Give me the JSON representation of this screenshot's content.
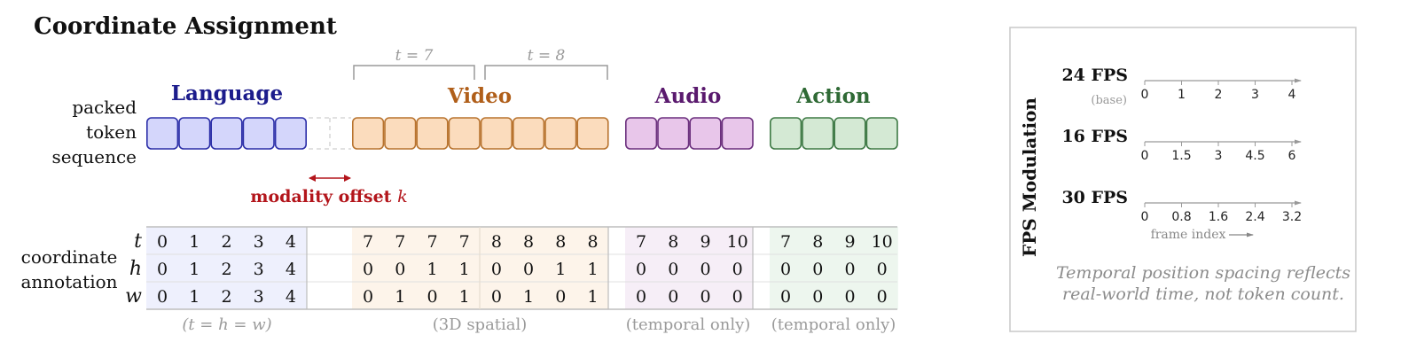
{
  "title": "Coordinate Assignment",
  "colors": {
    "language": {
      "text": "#1c1c8c",
      "fill": "#d4d6fb",
      "stroke": "#2b2ea8",
      "bg": "#eef0fd"
    },
    "video": {
      "text": "#b05f1a",
      "fill": "#fbdcbd",
      "stroke": "#b8732e",
      "bg": "#fdf4ea"
    },
    "audio": {
      "text": "#5a1a6e",
      "fill": "#e8c6ea",
      "stroke": "#6b2f7d",
      "bg": "#f6eef7"
    },
    "action": {
      "text": "#2f6a35",
      "fill": "#d4e9d4",
      "stroke": "#3e7a45",
      "bg": "#edf6ee"
    },
    "offset": "#b3151b",
    "gray": "#9a9a9a"
  },
  "packed": {
    "label_lines": [
      "packed",
      "token",
      "sequence"
    ]
  },
  "modalities": {
    "language": {
      "label": "Language",
      "caption": "(t = h = w)"
    },
    "video": {
      "label": "Video",
      "caption": "(3D spatial)"
    },
    "audio": {
      "label": "Audio",
      "caption": "(temporal only)"
    },
    "action": {
      "label": "Action",
      "caption": "(temporal only)"
    }
  },
  "video_frames": [
    "t = 7",
    "t = 8"
  ],
  "offset_label": "modality offset",
  "offset_var": "k",
  "coordinate": {
    "label_lines": [
      "coordinate",
      "annotation"
    ],
    "axes": [
      "t",
      "h",
      "w"
    ],
    "language": {
      "t": [
        "0",
        "1",
        "2",
        "3",
        "4"
      ],
      "h": [
        "0",
        "1",
        "2",
        "3",
        "4"
      ],
      "w": [
        "0",
        "1",
        "2",
        "3",
        "4"
      ]
    },
    "video": {
      "t": [
        "7",
        "7",
        "7",
        "7",
        "8",
        "8",
        "8",
        "8"
      ],
      "h": [
        "0",
        "0",
        "1",
        "1",
        "0",
        "0",
        "1",
        "1"
      ],
      "w": [
        "0",
        "1",
        "0",
        "1",
        "0",
        "1",
        "0",
        "1"
      ]
    },
    "audio": {
      "t": [
        "7",
        "8",
        "9",
        "10"
      ],
      "h": [
        "0",
        "0",
        "0",
        "0"
      ],
      "w": [
        "0",
        "0",
        "0",
        "0"
      ]
    },
    "action": {
      "t": [
        "7",
        "8",
        "9",
        "10"
      ],
      "h": [
        "0",
        "0",
        "0",
        "0"
      ],
      "w": [
        "0",
        "0",
        "0",
        "0"
      ]
    }
  },
  "fps_panel": {
    "title": "FPS Modulation",
    "rates": [
      {
        "label": "24 FPS",
        "note": "(base)",
        "ticks": [
          "0",
          "1",
          "2",
          "3",
          "4"
        ]
      },
      {
        "label": "16 FPS",
        "note": "",
        "ticks": [
          "0",
          "1.5",
          "3",
          "4.5",
          "6"
        ]
      },
      {
        "label": "30 FPS",
        "note": "",
        "ticks": [
          "0",
          "0.8",
          "1.6",
          "2.4",
          "3.2"
        ]
      }
    ],
    "axis_label": "frame index",
    "caption_lines": [
      "Temporal position spacing reflects",
      "real-world time, not token count."
    ]
  }
}
